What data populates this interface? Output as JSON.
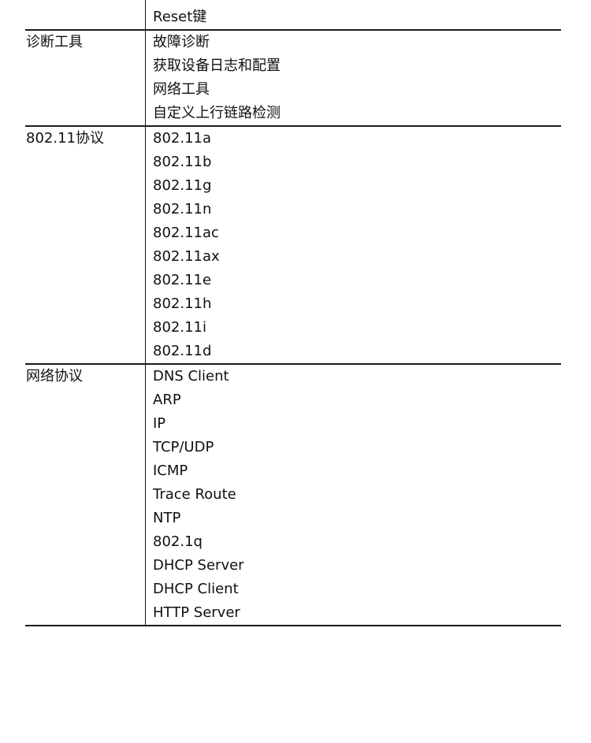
{
  "sections": [
    {
      "label": "",
      "items": [
        "",
        "Reset键"
      ]
    },
    {
      "label": "诊断工具",
      "items": [
        "故障诊断",
        "获取设备日志和配置",
        "网络工具",
        "自定义上行链路检测"
      ]
    },
    {
      "label": "802.11协议",
      "items": [
        "802.11a",
        "802.11b",
        "802.11g",
        "802.11n",
        "802.11ac",
        "802.11ax",
        "802.11e",
        "802.11h",
        "802.11i",
        "802.11d"
      ]
    },
    {
      "label": "网络协议",
      "items": [
        "DNS Client",
        "ARP",
        "IP",
        "TCP/UDP",
        "ICMP",
        "Trace Route",
        "NTP",
        "802.1q",
        "DHCP Server",
        "DHCP Client",
        "HTTP Server"
      ]
    }
  ]
}
